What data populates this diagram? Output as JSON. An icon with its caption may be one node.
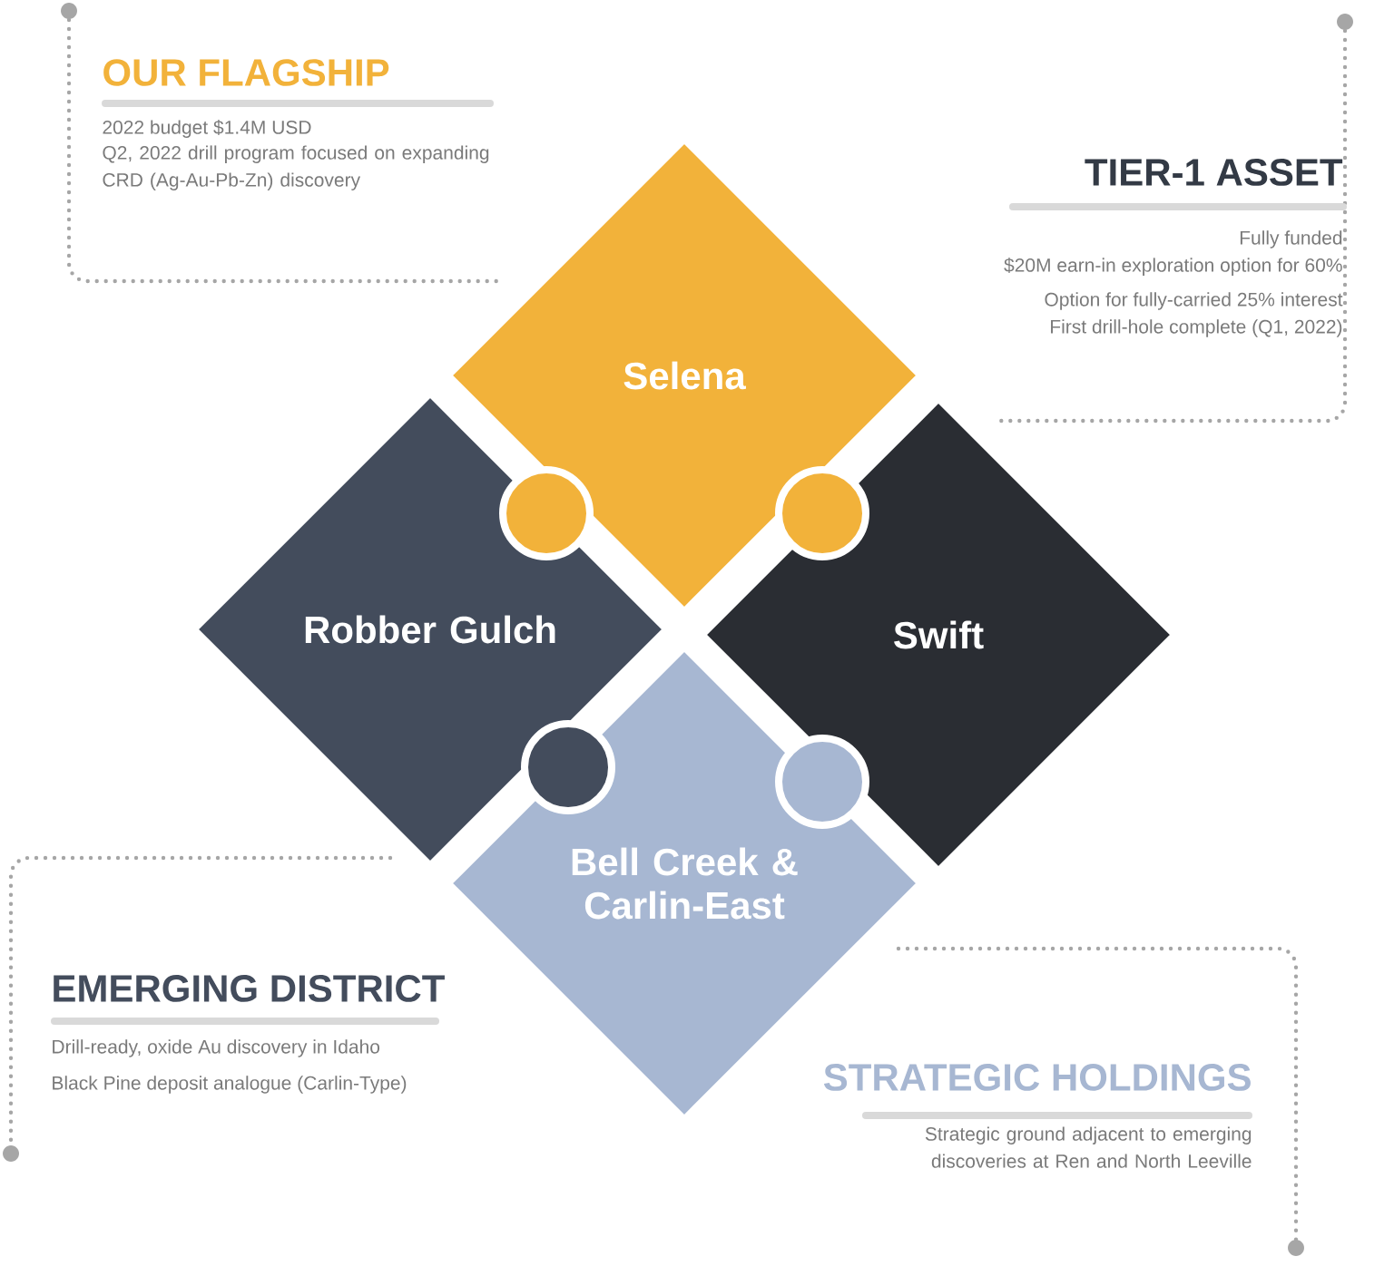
{
  "diagram": {
    "nodes": [
      {
        "text": [
          "Selena"
        ]
      },
      {
        "text": [
          "Robber Gulch"
        ]
      },
      {
        "text": [
          "Swift"
        ]
      },
      {
        "text": [
          "Bell Creek & Carlin-East"
        ]
      }
    ],
    "labels": [
      "OUR FLAGSHIP",
      "2022 budget $1.4M USD",
      "Q2, 2022 drill program focused on expanding CRD (Ag-Au-Pb-Zn) discovery",
      "TIER-1 ASSET",
      "Fully funded",
      "$20M earn-in exploration option for 60%",
      "Option for fully-carried 25% interest",
      "First drill-hole complete (Q1, 2022)",
      "EMERGING DISTRICT",
      "Drill-ready, oxide Au discovery in Idaho",
      "Black Pine deposit analogue (Carlin-Type)",
      "STRATEGIC HOLDINGS",
      "Strategic ground adjacent to emerging discoveries at Ren and North Leeville"
    ]
  }
}
